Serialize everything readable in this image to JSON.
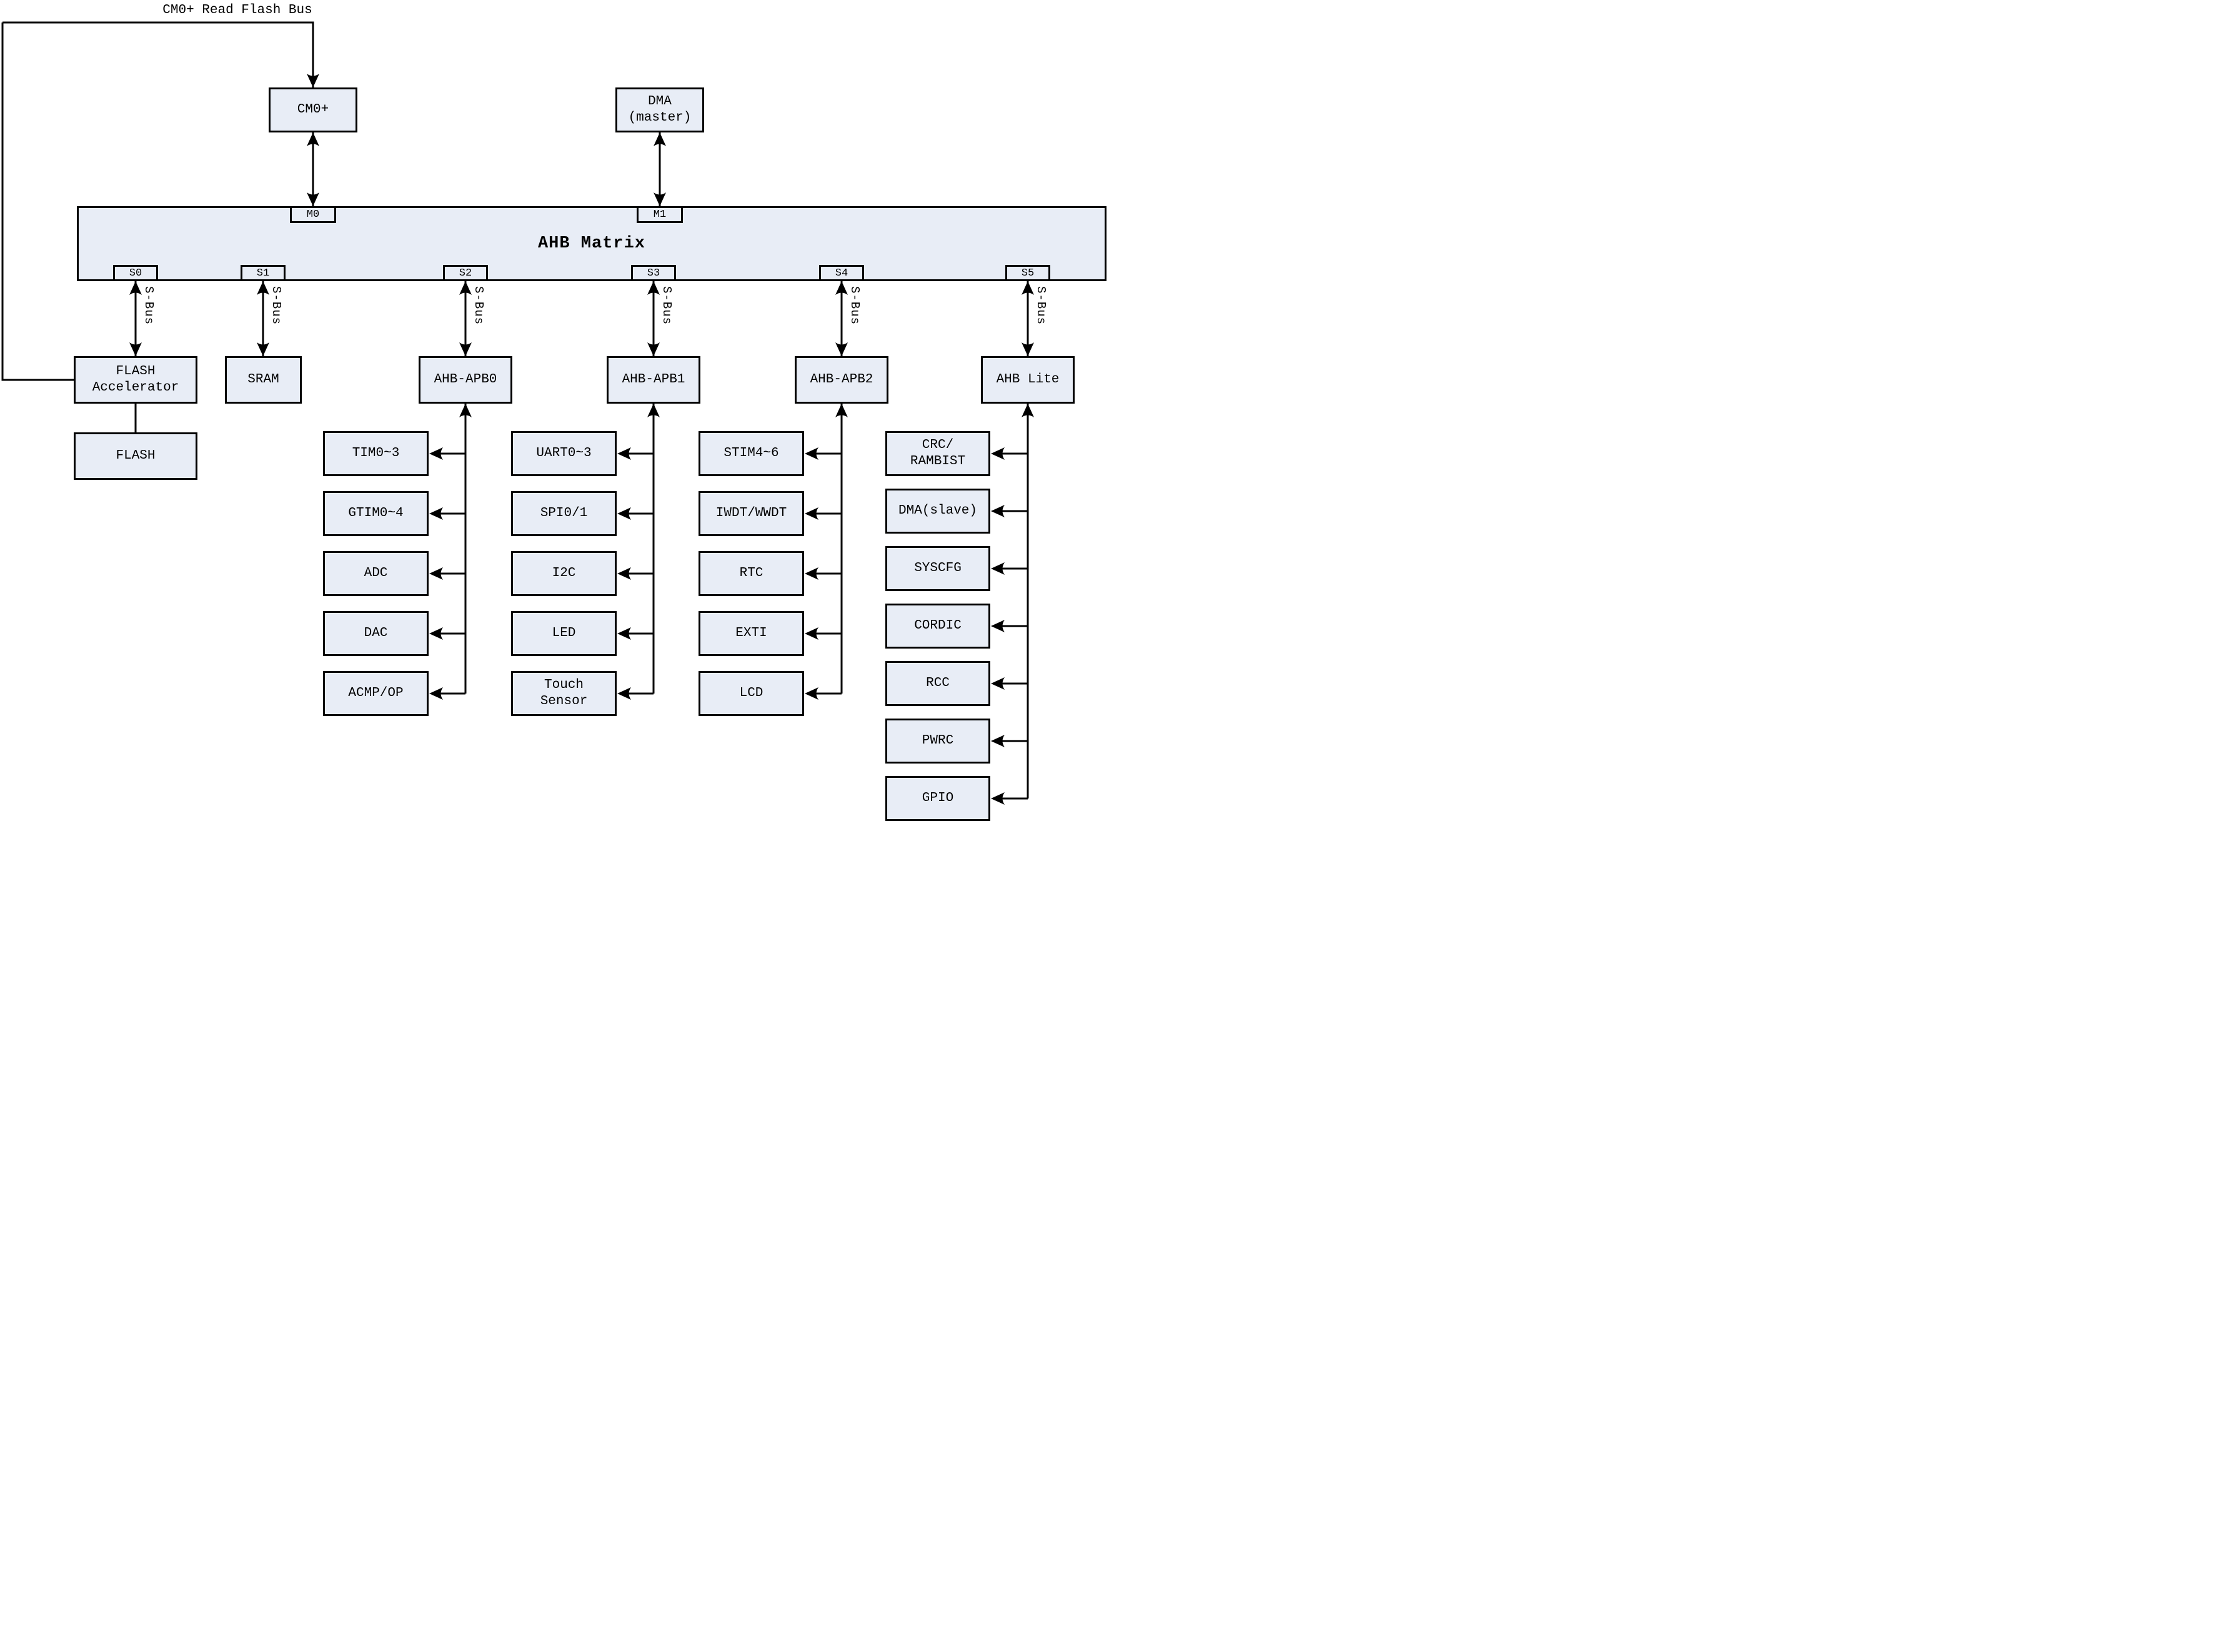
{
  "diagram": {
    "top_bus_label": "CM0+ Read Flash Bus",
    "matrix_title": "AHB Matrix",
    "s_bus_label": "S-Bus",
    "master_ports": [
      "M0",
      "M1"
    ],
    "slave_ports": [
      "S0",
      "S1",
      "S2",
      "S3",
      "S4",
      "S5"
    ],
    "masters": {
      "cm0": [
        "CM0+"
      ],
      "dma": [
        "DMA",
        "(master)"
      ]
    },
    "slaves": {
      "flash_accel": [
        "FLASH",
        "Accelerator"
      ],
      "flash": [
        "FLASH"
      ],
      "sram": [
        "SRAM"
      ],
      "apb0": [
        "AHB-APB0"
      ],
      "apb1": [
        "AHB-APB1"
      ],
      "apb2": [
        "AHB-APB2"
      ],
      "ahb_lite": [
        "AHB Lite"
      ]
    },
    "apb0_items": [
      [
        "TIM0~3"
      ],
      [
        "GTIM0~4"
      ],
      [
        "ADC"
      ],
      [
        "DAC"
      ],
      [
        "ACMP/OP"
      ]
    ],
    "apb1_items": [
      [
        "UART0~3"
      ],
      [
        "SPI0/1"
      ],
      [
        "I2C"
      ],
      [
        "LED"
      ],
      [
        "Touch",
        "Sensor"
      ]
    ],
    "apb2_items": [
      [
        "STIM4~6"
      ],
      [
        "IWDT/WWDT"
      ],
      [
        "RTC"
      ],
      [
        "EXTI"
      ],
      [
        "LCD"
      ]
    ],
    "ahb_lite_items": [
      [
        "CRC/",
        "RAMBIST"
      ],
      [
        "DMA(slave)"
      ],
      [
        "SYSCFG"
      ],
      [
        "CORDIC"
      ],
      [
        "RCC"
      ],
      [
        "PWRC"
      ],
      [
        "GPIO"
      ]
    ],
    "colors": {
      "box_fill": "#e8edf6",
      "line": "#000000",
      "background": "#ffffff"
    }
  }
}
